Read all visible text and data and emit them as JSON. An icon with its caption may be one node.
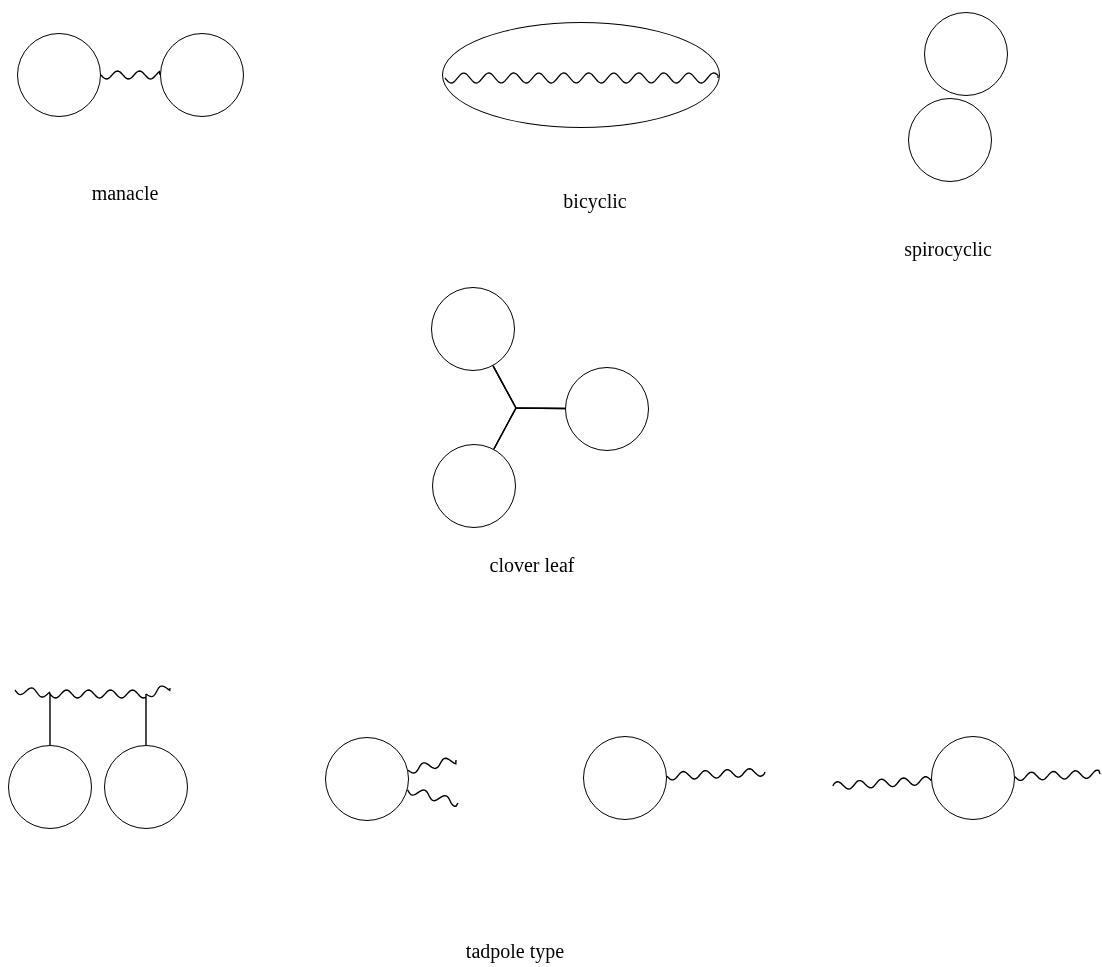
{
  "diagram": {
    "nodes": [
      {
        "text": [],
        "shape": "circle"
      },
      {
        "text": [],
        "shape": "circle"
      },
      {
        "text": [],
        "shape": "ellipse"
      },
      {
        "text": [],
        "shape": "circle"
      },
      {
        "text": [],
        "shape": "circle"
      },
      {
        "text": [],
        "shape": "circle"
      },
      {
        "text": [],
        "shape": "circle"
      },
      {
        "text": [],
        "shape": "circle"
      },
      {
        "text": [],
        "shape": "circle"
      },
      {
        "text": [],
        "shape": "circle"
      },
      {
        "text": [],
        "shape": "circle"
      },
      {
        "text": [],
        "shape": "circle"
      },
      {
        "text": [],
        "shape": "circle"
      }
    ],
    "edges": [
      {
        "from": 0,
        "to": 1,
        "arrow": "none"
      },
      {
        "from": 5,
        "to": 6,
        "arrow": "none"
      },
      {
        "from": 5,
        "to": 7,
        "arrow": "none"
      },
      {
        "from": 6,
        "to": 7,
        "arrow": "none"
      },
      {
        "from": 8,
        "to": 9,
        "arrow": "none"
      },
      {
        "from": 10,
        "to": null,
        "arrow": "none"
      },
      {
        "from": 10,
        "to": null,
        "arrow": "none"
      },
      {
        "from": 11,
        "to": null,
        "arrow": "none"
      },
      {
        "from": 12,
        "to": null,
        "arrow": "none"
      },
      {
        "from": 12,
        "to": null,
        "arrow": "none"
      }
    ],
    "labels": [
      "manacle",
      "bicyclic",
      "spirocyclic",
      "clover leaf",
      "tadpole type"
    ]
  }
}
